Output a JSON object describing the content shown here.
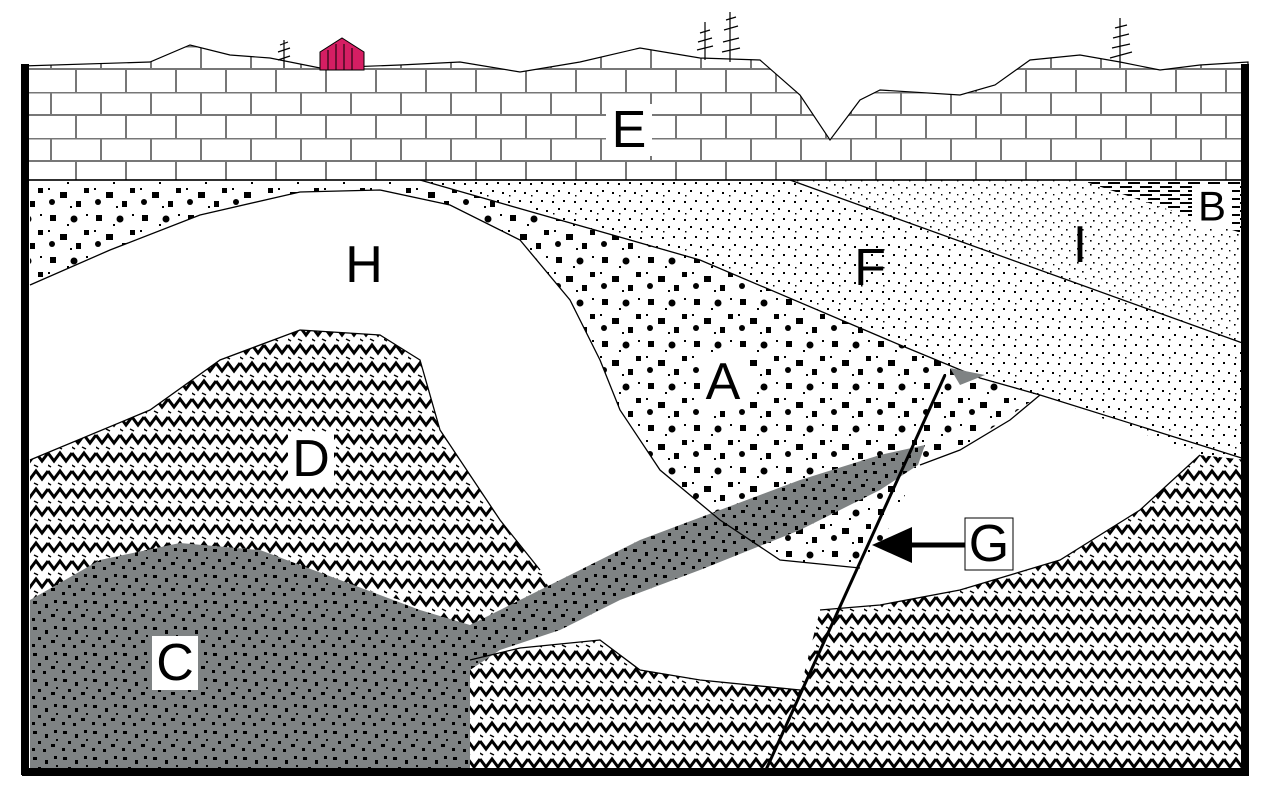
{
  "diagram": {
    "type": "geologic-cross-section",
    "labels": {
      "A": "A",
      "B": "B",
      "C": "C",
      "D": "D",
      "E": "E",
      "F": "F",
      "G": "G",
      "H": "H",
      "I": "I"
    },
    "colors": {
      "frame": "#000000",
      "background": "#ffffff",
      "intrusion_c": "#7f8384",
      "house": "#d61e63",
      "pattern_ink": "#000000"
    },
    "icons": [
      "house-icon",
      "tree-icon"
    ]
  }
}
